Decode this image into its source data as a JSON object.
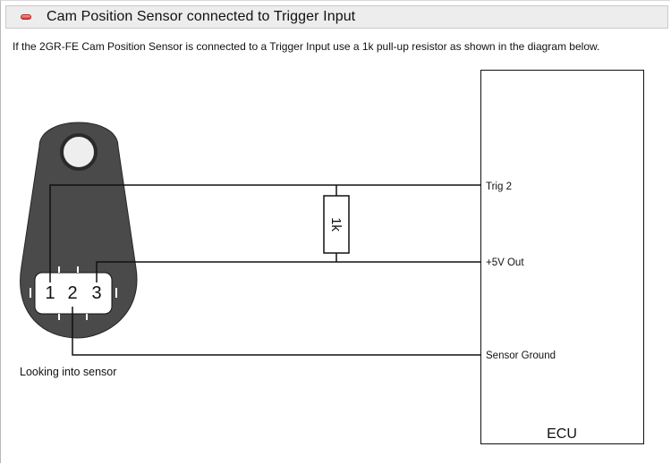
{
  "section": {
    "title": "Cam Position Sensor connected to Trigger Input",
    "collapse_icon": "collapse-minus-icon"
  },
  "intro_text": "If the 2GR-FE Cam Position Sensor is connected to a Trigger Input use a 1k pull-up resistor as shown in the diagram below.",
  "diagram": {
    "ecu_label": "ECU",
    "ecu_pins": {
      "trig2": "Trig 2",
      "plus5v": "+5V Out",
      "ground": "Sensor Ground"
    },
    "resistor_label": "1k",
    "sensor_pins": [
      "1",
      "2",
      "3"
    ],
    "sensor_caption": "Looking into sensor"
  },
  "colors": {
    "sensor_body": "#4a4a4a",
    "header_bg": "#ededed",
    "collapse_icon": "#d83434"
  }
}
